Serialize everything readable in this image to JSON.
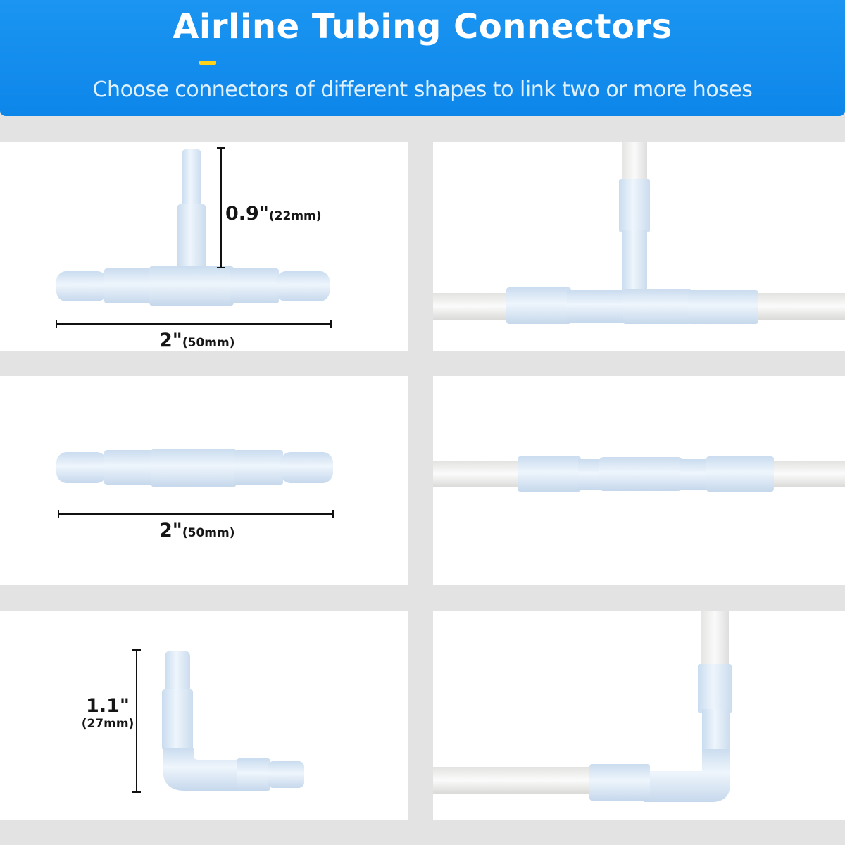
{
  "header": {
    "title": "Airline Tubing Connectors",
    "subtitle": "Choose connectors of different shapes to link two or more hoses"
  },
  "colors": {
    "header_blue": "#1390ee",
    "accent_yellow": "#ffd21a",
    "connector": "#ddeaf7",
    "tube": "#f4f4f2",
    "gutter": "#e3e3e3"
  },
  "panels": {
    "tee": {
      "height_value": "0.9\"",
      "height_metric": "(22mm)",
      "width_value": "2\"",
      "width_metric": "(50mm)"
    },
    "straight": {
      "width_value": "2\"",
      "width_metric": "(50mm)"
    },
    "elbow": {
      "height_value": "1.1\"",
      "height_metric": "(27mm)"
    }
  }
}
